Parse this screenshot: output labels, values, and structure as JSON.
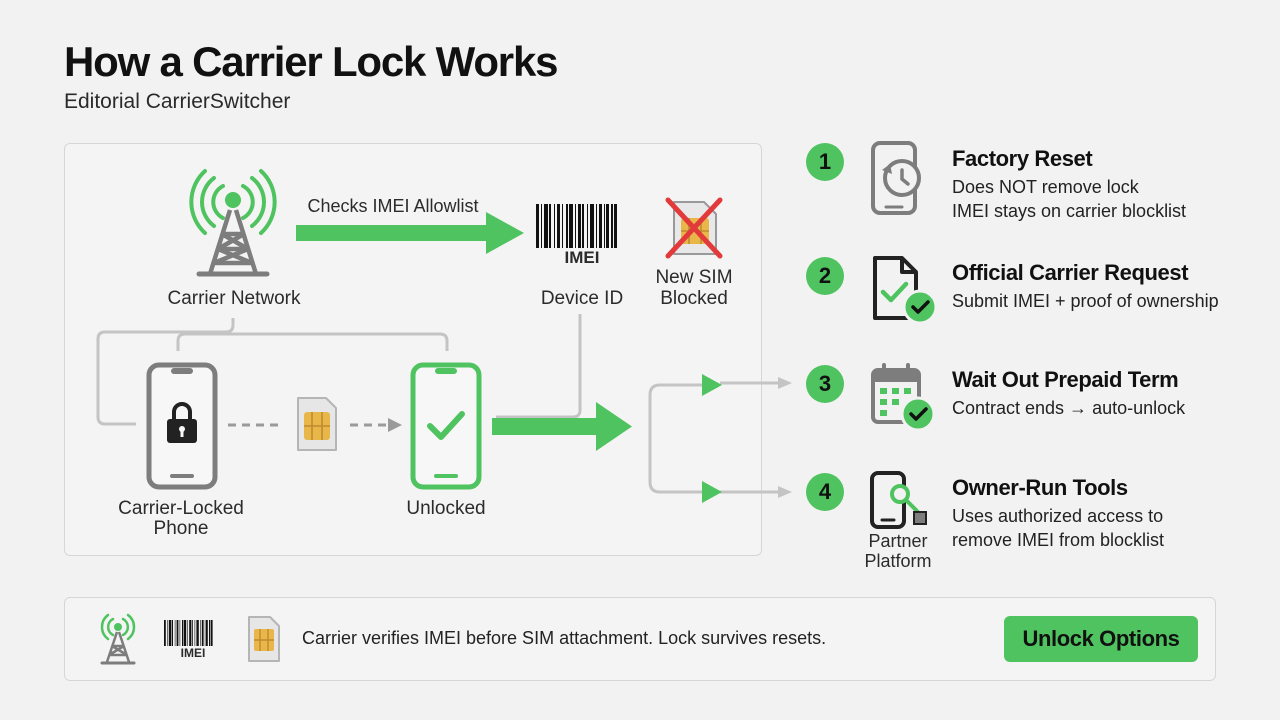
{
  "header": {
    "title": "How a Carrier Lock Works",
    "subtitle": "Editorial CarrierSwitcher"
  },
  "diagram": {
    "carrier_network_label": "Carrier Network",
    "arrow_label": "Checks IMEI Allowlist",
    "imei_text": "IMEI",
    "device_id_label": "Device ID",
    "new_sim_label_line1": "New SIM",
    "new_sim_label_line2": "Blocked",
    "locked_phone_label_line1": "Carrier-Locked",
    "locked_phone_label_line2": "Phone",
    "unlocked_label": "Unlocked"
  },
  "steps": [
    {
      "number": "1",
      "title": "Factory Reset",
      "desc_line1": "Does NOT remove lock",
      "desc_line2": "IMEI stays on carrier blocklist",
      "icon": "phone-reset-icon"
    },
    {
      "number": "2",
      "title": "Official Carrier Request",
      "desc_line1": "Submit IMEI + proof of ownership",
      "desc_line2": "",
      "icon": "document-check-icon"
    },
    {
      "number": "3",
      "title": "Wait Out Prepaid Term",
      "desc_line1": "Contract ends → auto-unlock",
      "desc_line2": "",
      "icon": "calendar-check-icon"
    },
    {
      "number": "4",
      "title": "Owner-Run Tools",
      "desc_line1": "Uses authorized access to",
      "desc_line2": "remove IMEI from blocklist",
      "icon": "phone-key-icon",
      "icon_label_line1": "Partner",
      "icon_label_line2": "Platform"
    }
  ],
  "footer": {
    "imei_text": "IMEI",
    "text": "Carrier verifies IMEI before SIM attachment. Lock survives resets.",
    "button_label": "Unlock Options"
  },
  "colors": {
    "accent": "#4fc35f",
    "blocked": "#e23a3a",
    "gray": "#7d7d7d",
    "sim": "#e9b64a"
  }
}
